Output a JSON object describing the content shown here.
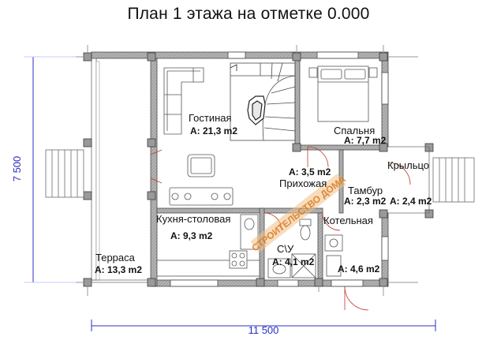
{
  "title": "План 1 этажа на отметке 0.000",
  "dimensions": {
    "width": "11 500",
    "height": "7 500"
  },
  "rooms": {
    "living": {
      "name": "Гостиная",
      "area": "A: 21,3 m2"
    },
    "bedroom": {
      "name": "Спальня",
      "area": "A: 7,7 m2"
    },
    "hall": {
      "name": "Прихожая",
      "area": "A: 3,5 m2"
    },
    "vestibule": {
      "name": "Тамбур",
      "area": "A: 2,3 m2"
    },
    "porch": {
      "name": "Крыльцо",
      "area": "A: 2,4 m2"
    },
    "kitchen": {
      "name": "Кухня-столовая",
      "area": "A: 9,3 m2"
    },
    "boiler": {
      "name": "Котельная",
      "area": "A: 4,6 m2"
    },
    "bathroom": {
      "name": "С\\У",
      "area": "A: 4,1 m2"
    },
    "terrace": {
      "name": "Терраса",
      "area": "A: 13,3 m2"
    }
  },
  "colors": {
    "wall": "#9a9a9a",
    "wall_stroke": "#4a4a4a",
    "dimension": "#2a2fc4",
    "watermark": "#d97a1a",
    "furniture": "#555555",
    "door": "#c0392b"
  }
}
